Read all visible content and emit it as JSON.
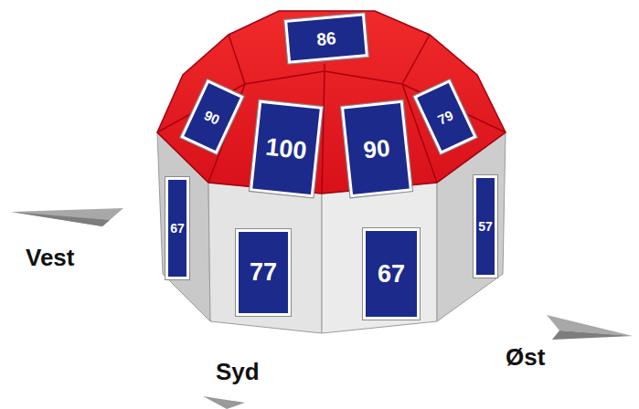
{
  "diagram": {
    "nodes": [
      {
        "text": [
          "86"
        ]
      },
      {
        "text": [
          "90"
        ]
      },
      {
        "text": [
          "100"
        ]
      },
      {
        "text": [
          "90"
        ]
      },
      {
        "text": [
          "79"
        ]
      },
      {
        "text": [
          "67"
        ]
      },
      {
        "text": [
          "77"
        ]
      },
      {
        "text": [
          "67"
        ]
      },
      {
        "text": [
          "57"
        ]
      }
    ],
    "labels": [
      "Vest",
      "Syd",
      "Øst"
    ]
  }
}
